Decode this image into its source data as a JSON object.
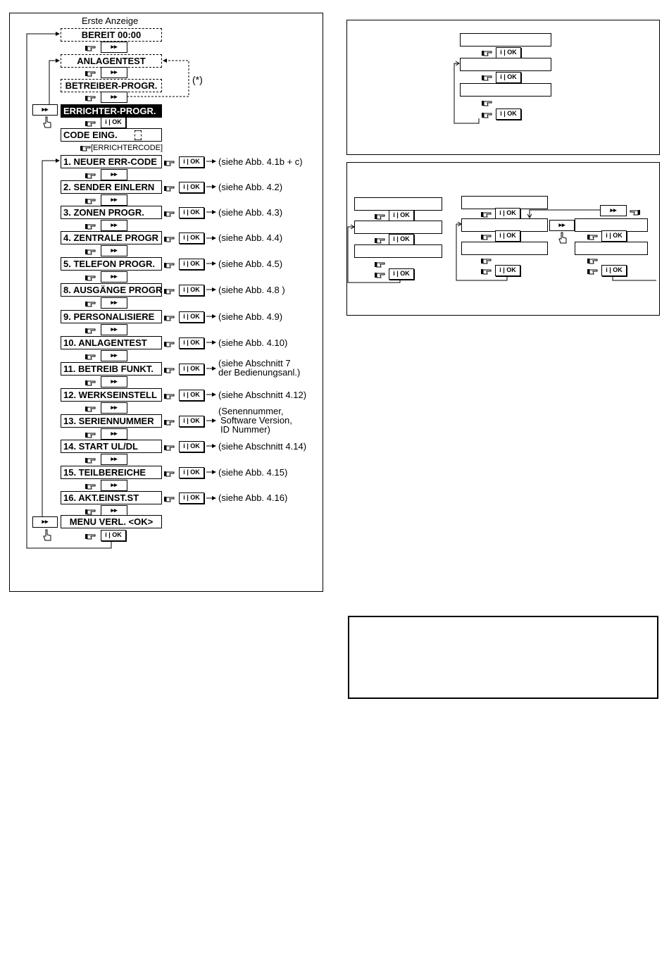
{
  "main_menu": {
    "title": "Erste Anzeige",
    "ready": "BEREIT 00:00",
    "anlagentest": "ANLAGENTEST",
    "betreiber": "BETREIBER-PROGR.",
    "optional_mark": "(*)",
    "errichter": "ERRICHTER-PROGR.",
    "code_prompt": "CODE EING.",
    "code_hint": "[ERRICHTERCODE]",
    "items": [
      {
        "label": "1. NEUER ERR-CODE",
        "ref": "(siehe Abb. 4.1b + c)"
      },
      {
        "label": "2. SENDER EINLERN",
        "ref": "(siehe Abb. 4.2)"
      },
      {
        "label": "3. ZONEN PROGR.",
        "ref": "(siehe Abb. 4.3)"
      },
      {
        "label": "4. ZENTRALE PROGR",
        "ref": "(siehe Abb. 4.4)"
      },
      {
        "label": "5. TELEFON PROGR.",
        "ref": "(siehe Abb. 4.5)"
      },
      {
        "label": "8. AUSGÄNGE PROGR",
        "ref": "(siehe Abb. 4.8 )"
      },
      {
        "label": "9. PERSONALISIERE",
        "ref": "(siehe Abb. 4.9)"
      },
      {
        "label": "10. ANLAGENTEST",
        "ref": "(siehe Abb. 4.10)"
      },
      {
        "label": "11. BETREIB FUNKT.",
        "ref": "(siehe Abschnitt 7",
        "ref2": "der Bedienungsanl.)"
      },
      {
        "label": "12. WERKSEINSTELL",
        "ref": "(siehe Abschnitt 4.12)"
      },
      {
        "label": "13. SERIENNUMMER",
        "ref": "(Senennummer,",
        "ref2": "Software Version,",
        "ref3": "ID Nummer)"
      },
      {
        "label": "14. START UL/DL",
        "ref": "(siehe Abschnitt 4.14)"
      },
      {
        "label": "15. TEILBEREICHE",
        "ref": "(siehe Abb. 4.15)"
      },
      {
        "label": "16. AKT.EINST.ST",
        "ref": "(siehe Abb. 4.16)"
      }
    ],
    "exit": "MENU VERL. <OK>"
  },
  "keys": {
    "next": "▸▸",
    "ok": "i | OK"
  },
  "icons": [
    "finger-press-icon",
    "hand-pointer-icon",
    "arrow-right-icon"
  ]
}
